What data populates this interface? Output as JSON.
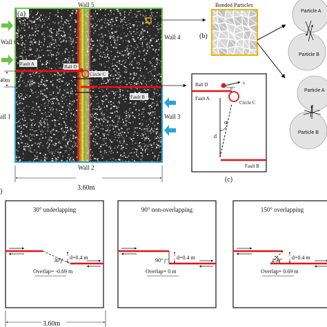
{
  "panel_a": {
    "label": "(a)",
    "wall_top": "Wall 5",
    "wall_right": "Wall 4",
    "wall_left_upper": "Wall 6",
    "wall_left_lower": "all 1",
    "wall_right_lower": "Wall 3",
    "wall_bottom": "Wall 2",
    "fault_a": "Fault A",
    "fault_b": "Fault B",
    "ball_d": "Ball D",
    "circle_c": "Circle C",
    "offset": "40m",
    "width": "3.60m"
  },
  "panel_b": {
    "label": "(b)",
    "title": "Bonded Particles",
    "particle_a": "Particle A",
    "particle_b": "Particle B",
    "particle_a2": "Particle A",
    "particle_b2": "Particle B"
  },
  "panel_c": {
    "label": "(c)",
    "ball_d": "Ball D",
    "fault_a": "Fault A",
    "fault_b": "Fault B",
    "circle_c": "Circle C",
    "speed": "s",
    "radius": "R",
    "angle": "α",
    "distance": "d"
  },
  "bottom": {
    "label": ")",
    "width": "3.60m",
    "panels": [
      {
        "title": "30° underlapping",
        "angle": "30°",
        "distance": "d=0.4 m",
        "overlap": "Overlap= -0.69 m"
      },
      {
        "title": "90° non-overlapping",
        "angle": "90°",
        "distance": "d=0.4 m",
        "overlap": "Overlap= 0 m"
      },
      {
        "title": "150° overlapping",
        "angle": "150°",
        "distance": "d=0.4 m",
        "overlap": "Overlap= 0.69 m"
      }
    ]
  },
  "colors": {
    "fault": "#e0141c",
    "wall_green": "#6cc24a",
    "wall_blue": "#29a3dc",
    "box_yellow": "#f0b400",
    "particle_grey": "#cfcfcf"
  }
}
